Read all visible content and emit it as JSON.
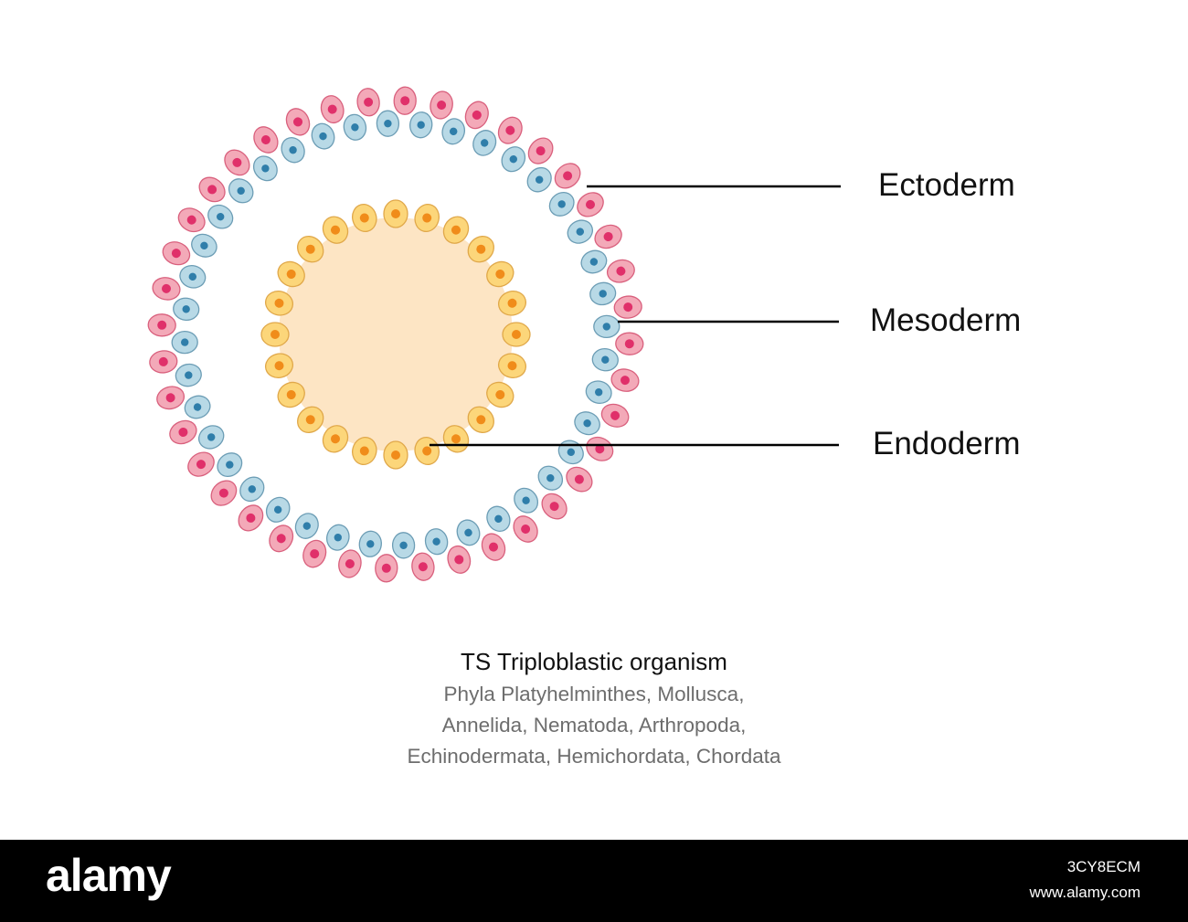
{
  "labels": {
    "ectoderm": "Ectoderm",
    "mesoderm": "Mesoderm",
    "endoderm": "Endoderm"
  },
  "caption": {
    "title": "TS Triploblastic organism",
    "lines": [
      "Phyla Platyhelminthes, Mollusca,",
      "Annelida, Nematoda, Arthropoda,",
      "Echinodermata, Hemichordata, Chordata"
    ]
  },
  "footer": {
    "brand": "alamy",
    "image_id": "3CY8ECM",
    "url": "www.alamy.com"
  },
  "layers": {
    "ectoderm": {
      "cell_fill": "#f3a9b8",
      "cell_stroke": "#d9607d",
      "nucleus": "#e0306a",
      "cells": 40
    },
    "mesoderm": {
      "cell_fill": "#b8d9e6",
      "cell_stroke": "#6c9db5",
      "nucleus": "#2f7eaa",
      "cells": 40
    },
    "endoderm": {
      "cell_fill": "#fcd67a",
      "cell_stroke": "#e0a84a",
      "nucleus": "#f08c1a",
      "cells": 24,
      "lumen_fill": "#fde5c4"
    }
  }
}
